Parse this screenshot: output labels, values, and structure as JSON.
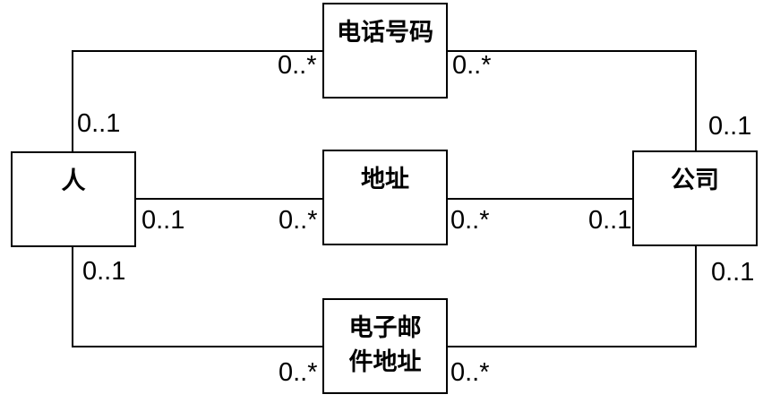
{
  "diagram": {
    "type": "uml-association-diagram",
    "background_color": "#ffffff",
    "line_color": "#000000",
    "entities": {
      "person": {
        "label": "人"
      },
      "phone": {
        "label": "电话号码"
      },
      "address": {
        "label": "地址"
      },
      "company": {
        "label": "公司"
      },
      "email": {
        "label": "电子邮件地址"
      }
    },
    "relations": [
      {
        "name": "person-phone",
        "from": "person",
        "to": "phone",
        "from_label": "0..1",
        "to_label": "0..*"
      },
      {
        "name": "phone-company",
        "from": "phone",
        "to": "company",
        "from_label": "0..*",
        "to_label": "0..1"
      },
      {
        "name": "person-address",
        "from": "person",
        "to": "address",
        "from_label": "0..1",
        "to_label": "0..*"
      },
      {
        "name": "address-company",
        "from": "address",
        "to": "company",
        "from_label": "0..*",
        "to_label": "0..1"
      },
      {
        "name": "person-email",
        "from": "person",
        "to": "email",
        "from_label": "0..1",
        "to_label": "0..*"
      },
      {
        "name": "email-company",
        "from": "email",
        "to": "company",
        "from_label": "0..*",
        "to_label": "0..1"
      }
    ]
  }
}
